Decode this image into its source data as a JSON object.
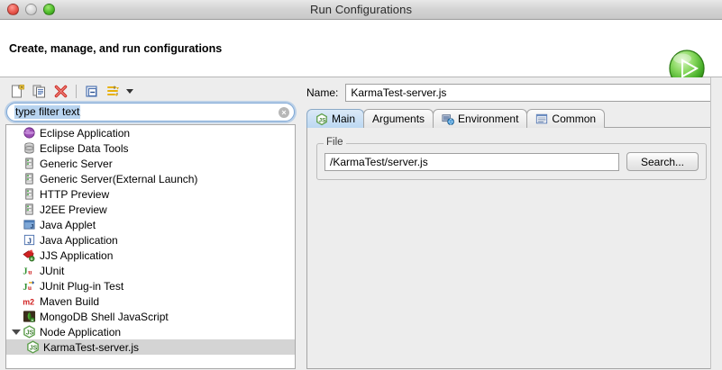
{
  "window": {
    "title": "Run Configurations",
    "traffic_lights": [
      "close",
      "minimize",
      "zoom"
    ]
  },
  "header": {
    "title": "Create, manage, and run configurations",
    "badge_icon": "run-green-play-icon"
  },
  "left_panel": {
    "toolbar": [
      {
        "name": "new-launch-configuration-icon",
        "tooltip": "New launch configuration"
      },
      {
        "name": "duplicate-icon",
        "tooltip": "Duplicate"
      },
      {
        "name": "delete-icon",
        "tooltip": "Delete"
      },
      {
        "name": "collapse-all-icon",
        "tooltip": "Collapse All"
      },
      {
        "name": "filter-icon",
        "tooltip": "Filter launch configurations"
      }
    ],
    "filter": {
      "value": "type filter text",
      "placeholder": "type filter text",
      "clear_glyph": "×",
      "selected": true
    },
    "tree": [
      {
        "label": "Eclipse Application",
        "icon": "eclipse-sphere-icon",
        "indent": 0,
        "selected": false,
        "expandable": false
      },
      {
        "label": "Eclipse Data Tools",
        "icon": "database-icon",
        "indent": 0,
        "selected": false,
        "expandable": false
      },
      {
        "label": "Generic Server",
        "icon": "server-icon",
        "indent": 0,
        "selected": false,
        "expandable": false
      },
      {
        "label": "Generic Server(External Launch)",
        "icon": "server-icon",
        "indent": 0,
        "selected": false,
        "expandable": false
      },
      {
        "label": "HTTP Preview",
        "icon": "server-icon",
        "indent": 0,
        "selected": false,
        "expandable": false
      },
      {
        "label": "J2EE Preview",
        "icon": "server-icon",
        "indent": 0,
        "selected": false,
        "expandable": false
      },
      {
        "label": "Java Applet",
        "icon": "java-applet-icon",
        "indent": 0,
        "selected": false,
        "expandable": false
      },
      {
        "label": "Java Application",
        "icon": "java-application-icon",
        "indent": 0,
        "selected": false,
        "expandable": false
      },
      {
        "label": "JJS Application",
        "icon": "jjs-icon",
        "indent": 0,
        "selected": false,
        "expandable": false
      },
      {
        "label": "JUnit",
        "icon": "junit-icon",
        "indent": 0,
        "selected": false,
        "expandable": false
      },
      {
        "label": "JUnit Plug-in Test",
        "icon": "junit-plugin-icon",
        "indent": 0,
        "selected": false,
        "expandable": false
      },
      {
        "label": "Maven Build",
        "icon": "maven-m2-icon",
        "indent": 0,
        "selected": false,
        "expandable": false
      },
      {
        "label": "MongoDB Shell JavaScript",
        "icon": "mongodb-leaf-icon",
        "indent": 0,
        "selected": false,
        "expandable": false
      },
      {
        "label": "Node Application",
        "icon": "nodejs-icon",
        "indent": 0,
        "selected": false,
        "expandable": true
      },
      {
        "label": "KarmaTest-server.js",
        "icon": "nodejs-icon",
        "indent": 1,
        "selected": true,
        "expandable": false
      }
    ]
  },
  "right_panel": {
    "name_label": "Name:",
    "name_value": "KarmaTest-server.js",
    "tabs": [
      {
        "label": "Main",
        "icon": "nodejs-icon",
        "active": true
      },
      {
        "label": "Arguments",
        "icon": "",
        "active": false
      },
      {
        "label": "Environment",
        "icon": "environment-icon",
        "active": false
      },
      {
        "label": "Common",
        "icon": "common-icon",
        "active": false
      }
    ],
    "file_group": {
      "label": "File",
      "path_value": "/KarmaTest/server.js",
      "search_button": "Search..."
    }
  },
  "colors": {
    "accent_blue": "#bcd8f2",
    "selection_gray": "#d4d4d4",
    "node_green": "#5fa04e",
    "delete_red": "#d0342c",
    "header_white": "#ffffff",
    "body_gray": "#ededed"
  }
}
